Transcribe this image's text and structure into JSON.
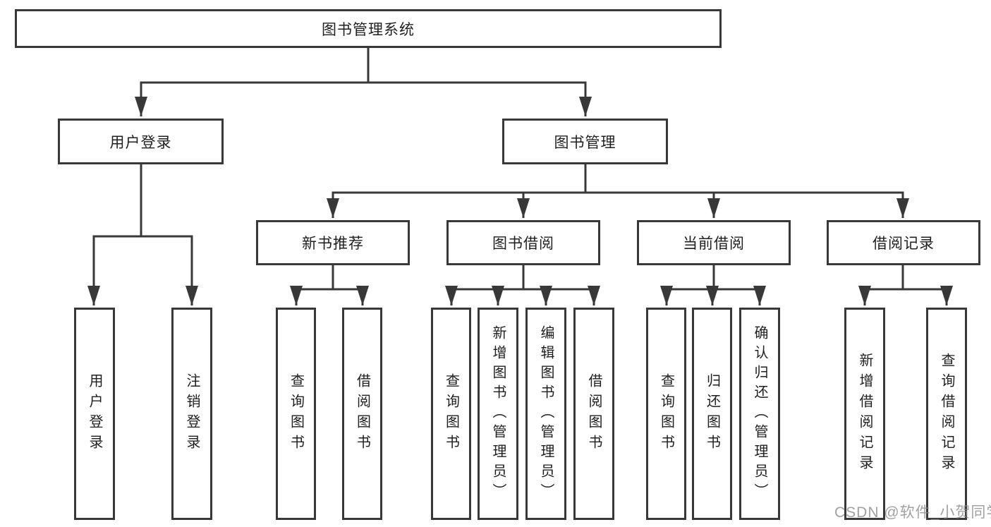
{
  "tree": {
    "label": "图书管理系统",
    "children": [
      {
        "label": "用户登录",
        "children": [
          {
            "label": "用户登录"
          },
          {
            "label": "注销登录"
          }
        ]
      },
      {
        "label": "图书管理",
        "children": [
          {
            "label": "新书推荐",
            "children": [
              {
                "label": "查询图书"
              },
              {
                "label": "借阅图书"
              }
            ]
          },
          {
            "label": "图书借阅",
            "children": [
              {
                "label": "查询图书"
              },
              {
                "label": "新增图书（管理员）"
              },
              {
                "label": "编辑图书（管理员）"
              },
              {
                "label": "借阅图书"
              }
            ]
          },
          {
            "label": "当前借阅",
            "children": [
              {
                "label": "查询图书"
              },
              {
                "label": "归还图书"
              },
              {
                "label": "确认归还（管理员）"
              }
            ]
          },
          {
            "label": "借阅记录",
            "children": [
              {
                "label": "新增借阅记录"
              },
              {
                "label": "查询借阅记录"
              }
            ]
          }
        ]
      }
    ]
  },
  "watermark": {
    "text": "CSDN @软件_小贺同学"
  },
  "colors": {
    "line": "#383838",
    "box_border": "#383838",
    "background": "#ffffff",
    "text": "#1f1f1f",
    "watermark": "#8a8a8a"
  }
}
